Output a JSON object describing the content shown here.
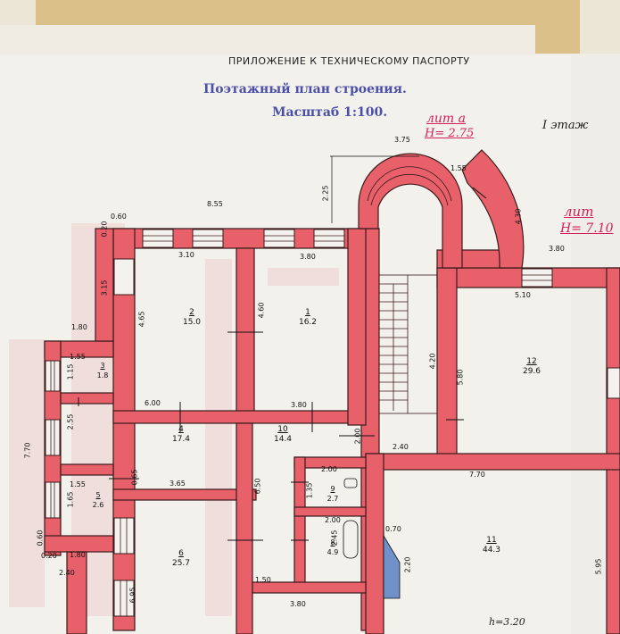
{
  "document": {
    "header_text": "ПРИЛОЖЕНИЕ К ТЕХНИЧЕСКОМУ ПАСПОРТУ",
    "stamp_title": "Поэтажный план строения.",
    "scale": "Масштаб 1:100.",
    "floor": "I этаж",
    "lit_a_name": "лит а",
    "lit_a_height": "Н= 2.75",
    "lit_right_name": "лит",
    "lit_right_height": "Н= 7.10",
    "ceiling_height": "h=3.20"
  },
  "rooms": [
    {
      "num": "1",
      "area": "16.2"
    },
    {
      "num": "2",
      "area": "15.0"
    },
    {
      "num": "3",
      "area": "1.8"
    },
    {
      "num": "4",
      "area": "17.4"
    },
    {
      "num": "5",
      "area": "2.6"
    },
    {
      "num": "6",
      "area": "25.7"
    },
    {
      "num": "8",
      "area": "4.9"
    },
    {
      "num": "9",
      "area": "2.7"
    },
    {
      "num": "10",
      "area": "14.4"
    },
    {
      "num": "11",
      "area": "44.3"
    },
    {
      "num": "12",
      "area": "29.6"
    }
  ],
  "dimensions": {
    "d_855": "8.55",
    "d_375": "3.75",
    "d_225": "2.25",
    "d_155a": "1.55",
    "d_430": "4.30",
    "d_380a": "3.80",
    "d_060a": "0.60",
    "d_020a": "0.20",
    "d_310": "3.10",
    "d_380b": "3.80",
    "d_315": "3.15",
    "d_465": "4.65",
    "d_460": "4.60",
    "d_510": "5.10",
    "d_580": "5.80",
    "d_180a": "1.80",
    "d_155b": "1.55",
    "d_115": "1.15",
    "d_600": "6.00",
    "d_380c": "3.80",
    "d_240a": "2.40",
    "d_200a": "2.00",
    "d_255": "2.55",
    "d_770": "7.70",
    "d_365": "3.65",
    "d_065": "0.65",
    "d_200b": "2.00",
    "d_135": "1.35",
    "d_650": "6.50",
    "d_770b": "7.70",
    "d_155c": "1.55",
    "d_165": "1.65",
    "d_200c": "2.00",
    "d_245": "2.45",
    "d_070": "0.70",
    "d_220": "2.20",
    "d_060b": "0.60",
    "d_020b": "0.20",
    "d_180b": "1.80",
    "d_240b": "2.40",
    "d_150": "1.50",
    "d_695": "6.95",
    "d_380d": "3.80",
    "d_595": "5.95",
    "d_420": "4.20"
  },
  "colors": {
    "paper": "#ece6d6",
    "wall": "#e8606a",
    "wall_outline": "#3a1a1a",
    "stamp_ink": "#4b4fa8",
    "red_ink": "#d4205a"
  }
}
